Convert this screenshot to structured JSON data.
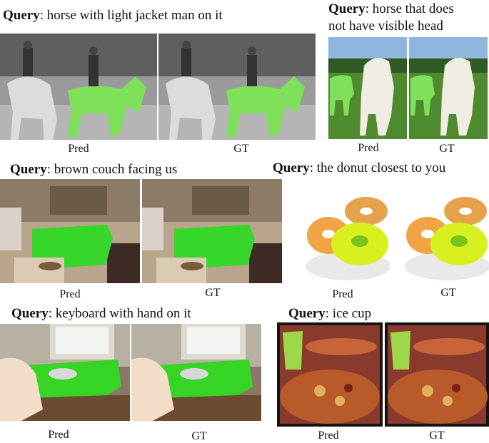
{
  "query_prefix": "Query",
  "pred_label": "Pred",
  "gt_label": "GT",
  "examples": [
    {
      "query": "horse with light jacket man on it",
      "mask_color": "#7fe05a"
    },
    {
      "query": "horse that does",
      "query_line2": "not have visible head",
      "mask_color": "#7fe05a"
    },
    {
      "query": "brown couch facing us",
      "mask_color": "#37d62a"
    },
    {
      "query": "the donut closest to you",
      "mask_color": "#d8f020"
    },
    {
      "query": "keyboard with hand on it",
      "mask_color": "#36d424"
    },
    {
      "query": "ice cup",
      "mask_color": "#9cd84a"
    }
  ]
}
